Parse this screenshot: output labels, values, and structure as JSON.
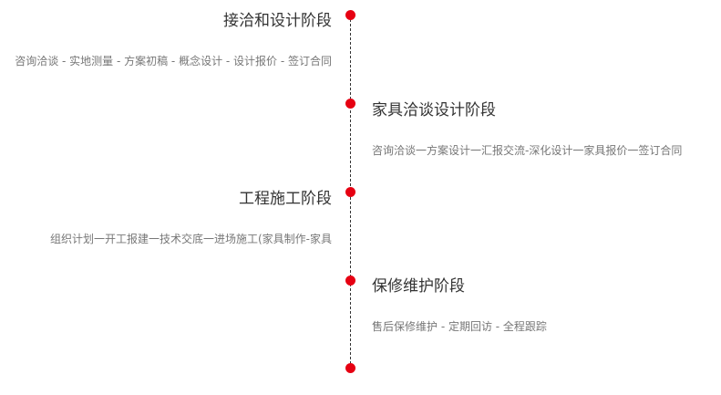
{
  "colors": {
    "accent": "#e60012",
    "line": "#333333",
    "title": "#333333",
    "desc": "#777777"
  },
  "stages": [
    {
      "title": "接洽和设计阶段",
      "desc": "咨询洽谈 - 实地测量 - 方案初稿 - 概念设计 - 设计报价 - 签订合同"
    },
    {
      "title": "家具洽谈设计阶段",
      "desc": "咨询洽谈一方案设计一汇报交流-深化设计一家具报价一签订合同"
    },
    {
      "title": "工程施工阶段",
      "desc": "组织计划一开工报建一技术交底一进场施工(家具制作-家具"
    },
    {
      "title": "保修维护阶段",
      "desc": "售后保修维护 - 定期回访 - 全程跟踪"
    }
  ]
}
